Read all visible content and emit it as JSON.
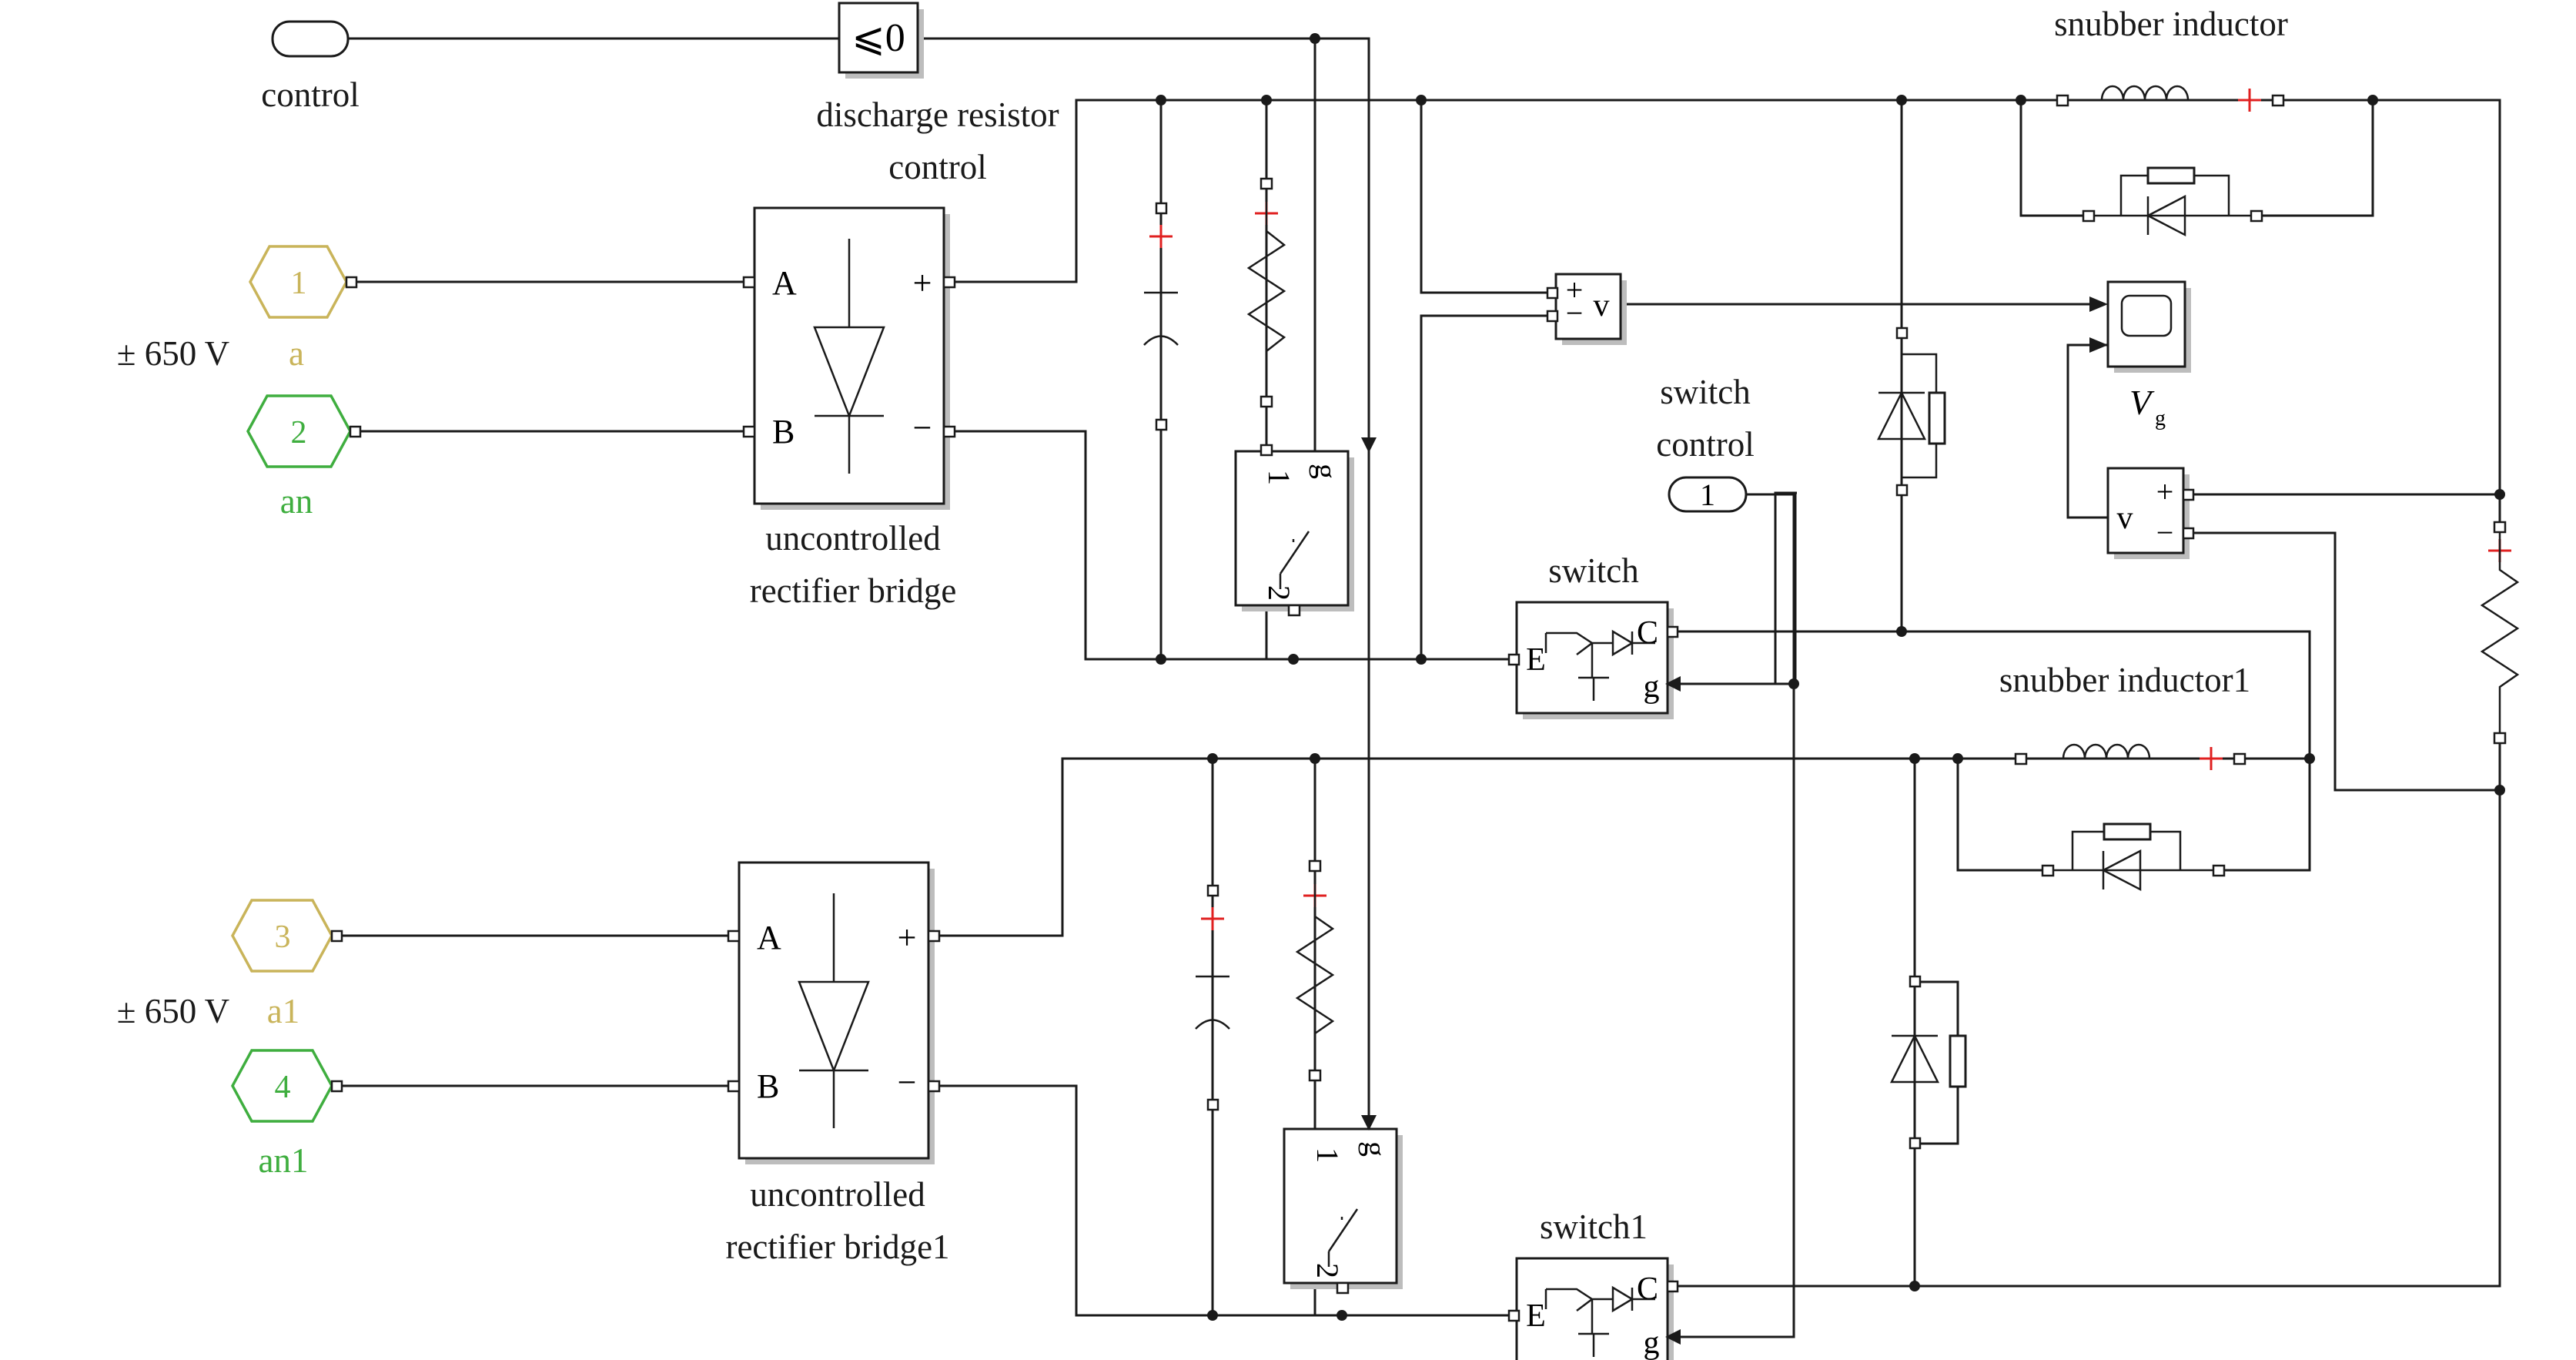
{
  "labels": {
    "control": "control",
    "discharge_1": "discharge resistor",
    "discharge_2": "control",
    "snubber_top": "snubber inductor",
    "snubber_bottom": "snubber inductor1",
    "voltage_top": "± 650 V",
    "voltage_bottom": "± 650 V",
    "port_a": "a",
    "port_an": "an",
    "port_a1": "a1",
    "port_an1": "an1",
    "rect_top_1": "uncontrolled",
    "rect_top_2": "rectifier bridge",
    "rect_bot_1": "uncontrolled",
    "rect_bot_2": "rectifier bridge1",
    "switch_control_1": "switch",
    "switch_control_2": "control",
    "switch_top": "switch",
    "switch_bottom": "switch1",
    "scope_V": "V",
    "scope_sub": "g"
  },
  "ports": {
    "p1": "1",
    "p2": "2",
    "p3": "3",
    "p4": "4",
    "switch_control_num": "1"
  },
  "blocks": {
    "compare": "⩽0",
    "rect_A": "A",
    "rect_B": "B",
    "plus": "+",
    "minus": "−",
    "vm": "v",
    "igbt_E": "E",
    "igbt_C": "C",
    "igbt_g": "g",
    "brk_1": "1",
    "brk_2": "2",
    "brk_g": "g"
  },
  "colors": {
    "port_yellow": "#c9b45a",
    "port_green": "#3fae3f",
    "marker_red": "#e02020"
  }
}
